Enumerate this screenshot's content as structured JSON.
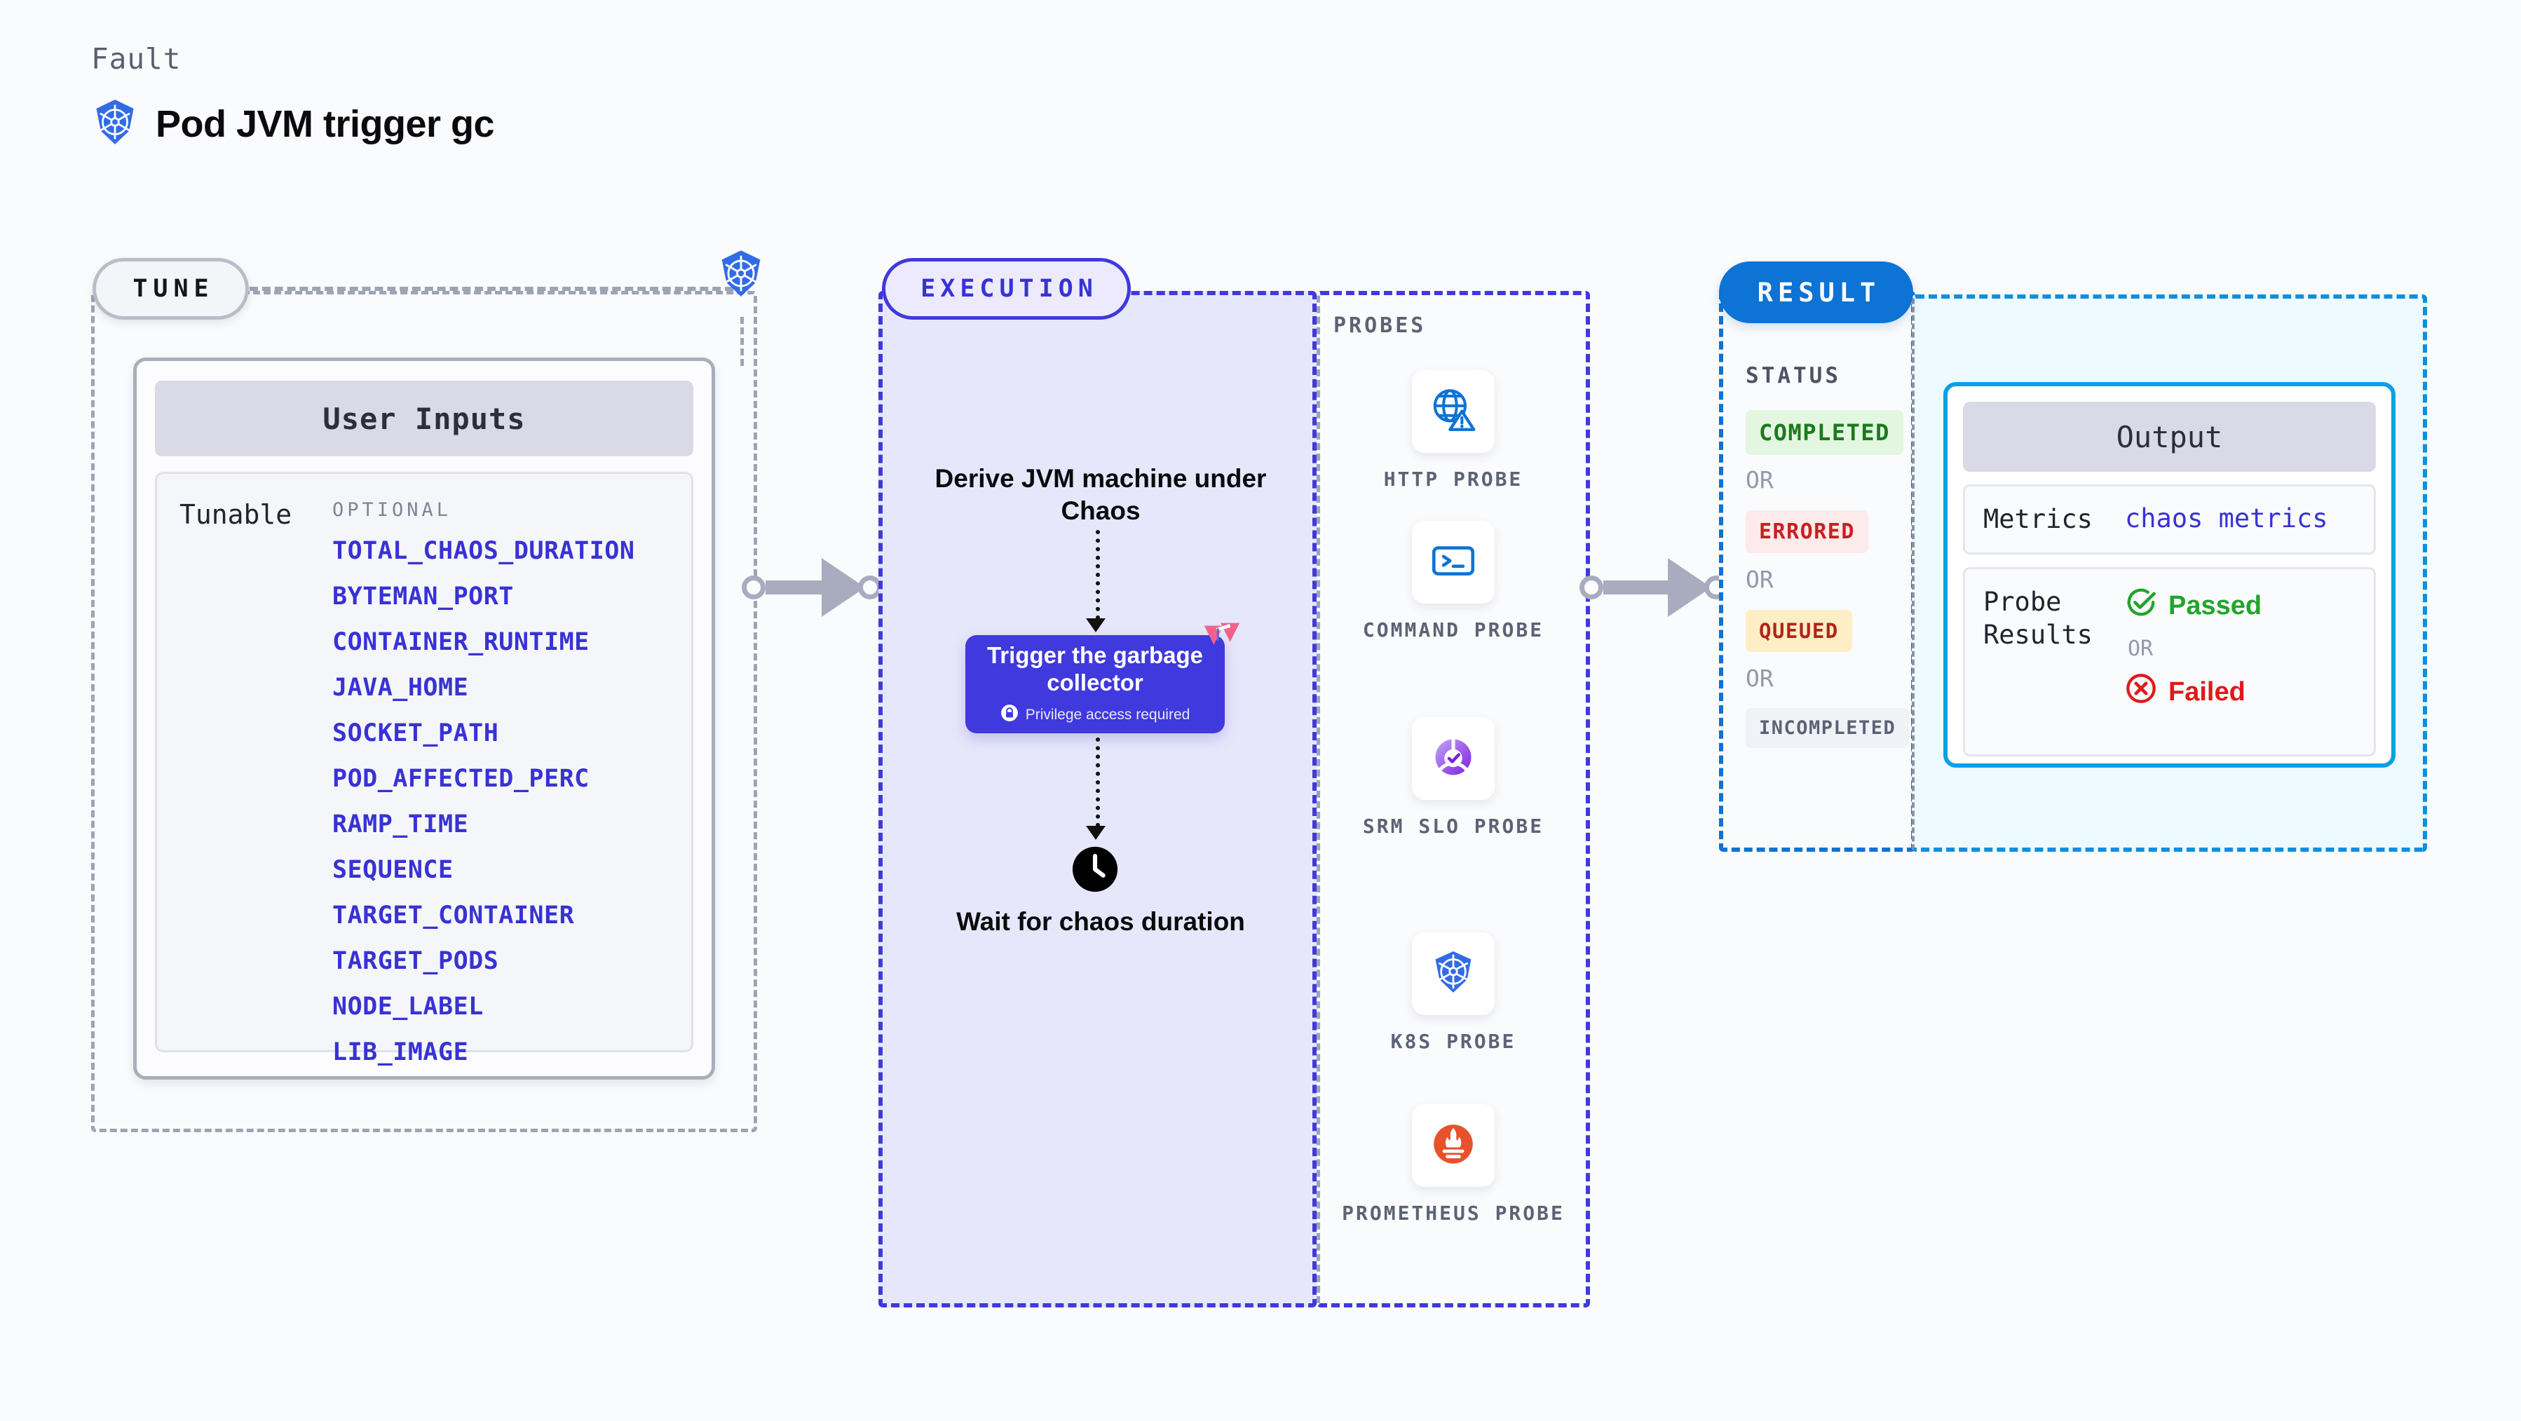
{
  "header": {
    "eyebrow": "Fault",
    "title": "Pod JVM trigger gc",
    "icon": "kubernetes-icon"
  },
  "tune": {
    "badge": "TUNE",
    "node_icon": "kubernetes-icon",
    "card_title": "User Inputs",
    "tunable_label": "Tunable",
    "optional_label": "OPTIONAL",
    "items": [
      "TOTAL_CHAOS_DURATION",
      "BYTEMAN_PORT",
      "CONTAINER_RUNTIME",
      "JAVA_HOME",
      "SOCKET_PATH",
      "POD_AFFECTED_PERC",
      "RAMP_TIME",
      "SEQUENCE",
      "TARGET_CONTAINER",
      "TARGET_PODS",
      "NODE_LABEL",
      "LIB_IMAGE"
    ]
  },
  "execution": {
    "badge": "EXECUTION",
    "step1": "Derive JVM machine under Chaos",
    "action_card": {
      "title": "Trigger the garbage collector",
      "note": "Privilege access required",
      "note_icon": "lock-icon",
      "corner_icon": "litmus-chaos-icon"
    },
    "step2": "Wait for chaos duration",
    "step2_icon": "clock-icon"
  },
  "probes": {
    "label": "PROBES",
    "items": [
      {
        "name": "HTTP PROBE",
        "icon": "globe-warning-icon"
      },
      {
        "name": "COMMAND PROBE",
        "icon": "terminal-icon"
      },
      {
        "name": "SRM SLO PROBE",
        "icon": "slo-check-icon"
      },
      {
        "name": "K8S PROBE",
        "icon": "kubernetes-icon"
      },
      {
        "name": "PROMETHEUS PROBE",
        "icon": "prometheus-icon"
      }
    ]
  },
  "result": {
    "badge": "RESULT",
    "status_label": "STATUS",
    "or_label": "OR",
    "statuses": [
      {
        "label": "COMPLETED",
        "color": "#1b7a1b",
        "bg": "#e2f6e0",
        "size": 32
      },
      {
        "label": "ERRORED",
        "color": "#c81f1f",
        "bg": "#fdeaea",
        "size": 30
      },
      {
        "label": "QUEUED",
        "color": "#b42318",
        "bg": "#fdeec6",
        "size": 29
      },
      {
        "label": "INCOMPLETED",
        "color": "#5c6375",
        "bg": "#f1f2f7",
        "size": 27
      }
    ]
  },
  "output": {
    "title": "Output",
    "metrics_key": "Metrics",
    "metrics_value": "chaos metrics",
    "probe_results_key": "Probe Results",
    "passed_label": "Passed",
    "passed_icon": "check-circle-icon",
    "passed_color": "#22a52c",
    "or_label": "OR",
    "failed_label": "Failed",
    "failed_icon": "x-circle-icon",
    "failed_color": "#e01a1a"
  },
  "colors": {
    "background": "#fafbfd",
    "primary_purple": "#4039dd",
    "result_blue": "#0d73d4",
    "output_blue": "#0d9fe8",
    "k8s_blue": "#326ce5",
    "litmus_pink": "#f4628c",
    "grey_connector": "#a8acbe"
  }
}
